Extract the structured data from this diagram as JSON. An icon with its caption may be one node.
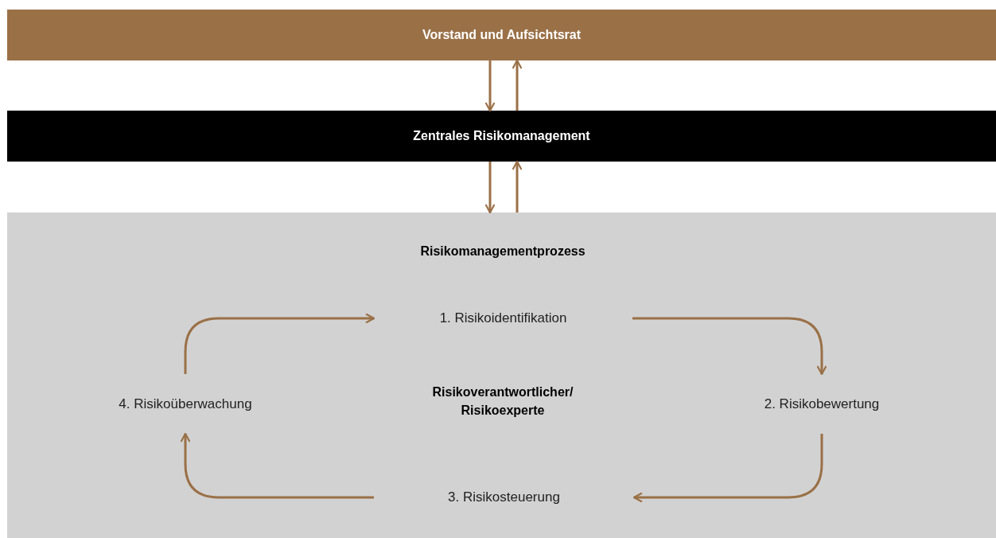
{
  "diagram": {
    "nodes": [
      {
        "text": [
          "Vorstand und Aufsichtsrat"
        ]
      },
      {
        "text": [
          "Zentrales Risikomanagement"
        ]
      },
      {
        "text": [
          "Risikomanagementprozess",
          "Risikoverantwortlicher/ Risikoexperte"
        ]
      },
      {
        "text": [
          "1. Risikoidentifikation"
        ],
        "in": 2
      },
      {
        "text": [
          "2. Risikobewertung"
        ],
        "in": 2
      },
      {
        "text": [
          "3. Risikosteuerung"
        ],
        "in": 2
      },
      {
        "text": [
          "4. Risikoüberwachung"
        ],
        "in": 2
      }
    ],
    "edges": [
      {
        "from": 0,
        "to": 1,
        "arrow": "to"
      },
      {
        "from": 1,
        "to": 0,
        "arrow": "to"
      },
      {
        "from": 1,
        "to": 2,
        "arrow": "to"
      },
      {
        "from": 2,
        "to": 1,
        "arrow": "to"
      },
      {
        "from": 6,
        "to": 3,
        "arrow": "to"
      },
      {
        "from": 3,
        "to": 4,
        "arrow": "to"
      },
      {
        "from": 4,
        "to": 5,
        "arrow": "to"
      },
      {
        "from": 5,
        "to": 6,
        "arrow": "to"
      }
    ]
  }
}
